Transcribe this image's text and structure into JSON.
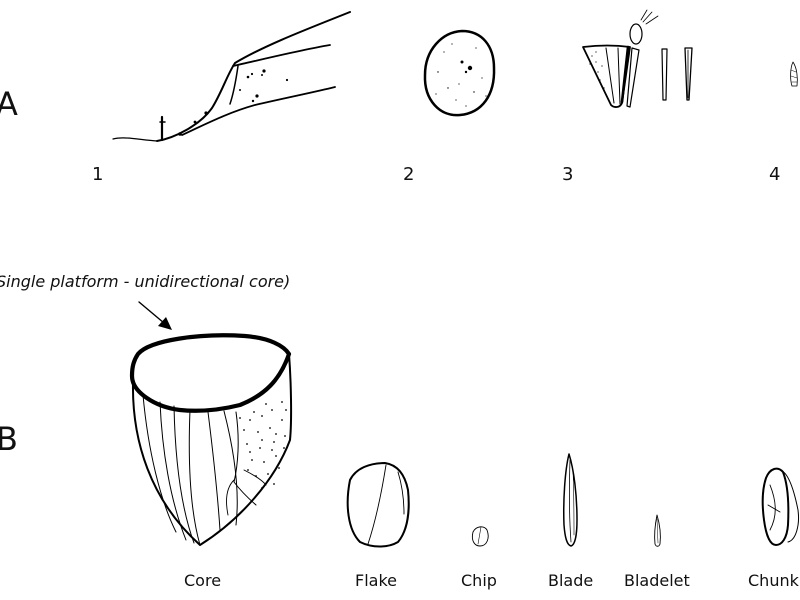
{
  "section_a": {
    "label": "A",
    "numbers": [
      "1",
      "2",
      "3",
      "4"
    ]
  },
  "section_b": {
    "label": "B",
    "note": "Single platform - unidirectional core)",
    "captions": [
      "Core",
      "Flake",
      "Chip",
      "Blade",
      "Bladelet",
      "Chunk"
    ]
  }
}
